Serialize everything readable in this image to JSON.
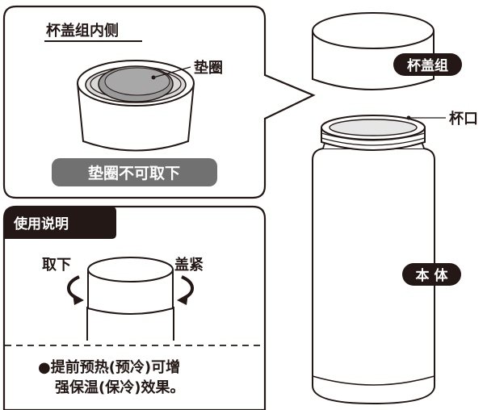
{
  "callout": {
    "title": "杯盖组内侧",
    "gasket_label": "垫圈",
    "warning": "垫圈不可取下"
  },
  "usage": {
    "header": "使用说明",
    "remove_label": "取下",
    "tighten_label": "盖紧",
    "note_line1": "●提前预热(预冷)可增",
    "note_line2": "强保温(保冷)效果。"
  },
  "parts": {
    "lid_label": "杯盖组",
    "rim_label": "杯口",
    "body_label": "本 体"
  },
  "colors": {
    "stroke": "#231815",
    "label_bg": "#231815",
    "warning_bg": "#717171",
    "gasket_fill": "#9a9a9a",
    "inner_fill": "#d9d9d9"
  }
}
